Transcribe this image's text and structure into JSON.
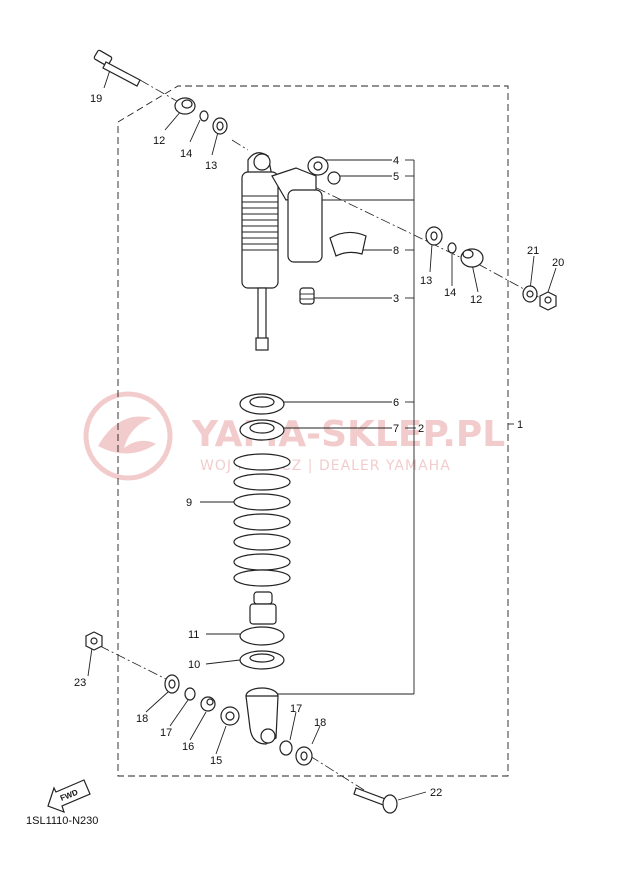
{
  "callouts": {
    "c19": "19",
    "c12a": "12",
    "c14a": "14",
    "c13a": "13",
    "c4": "4",
    "c5": "5",
    "c8": "8",
    "c3": "3",
    "c13b": "13",
    "c14b": "14",
    "c12b": "12",
    "c21": "21",
    "c20": "20",
    "c6": "6",
    "c7": "7",
    "c2": "2",
    "c1": "1",
    "c9": "9",
    "c11": "11",
    "c10": "10",
    "c23": "23",
    "c18a": "18",
    "c17a": "17",
    "c16": "16",
    "c15": "15",
    "c17b": "17",
    "c18b": "18",
    "c22": "22"
  },
  "diagram_code": "1SL1110-N230",
  "fwd_label": "FWD",
  "watermark": {
    "brand": "YAMA-SKLEP.PL",
    "subtitle": "WOJ  HOWICZ | DEALER YAMAHA"
  },
  "colors": {
    "ink": "#222222",
    "watermark": "#e8a3a3"
  }
}
